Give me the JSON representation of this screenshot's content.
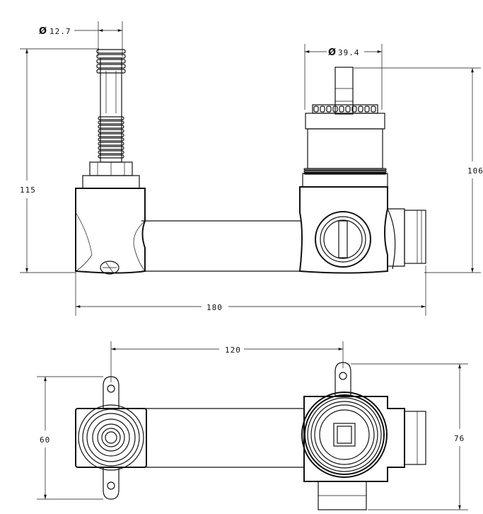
{
  "drawing": {
    "dimensions": {
      "stem_diameter": {
        "symbol": "Ø",
        "value": "12.7"
      },
      "cartridge_diameter": {
        "symbol": "Ø",
        "value": "39.4"
      },
      "left_height": "115",
      "right_height": "106",
      "overall_width": "180",
      "top_view_spacing": "120",
      "top_view_left_depth": "60",
      "top_view_right_depth": "76"
    }
  }
}
